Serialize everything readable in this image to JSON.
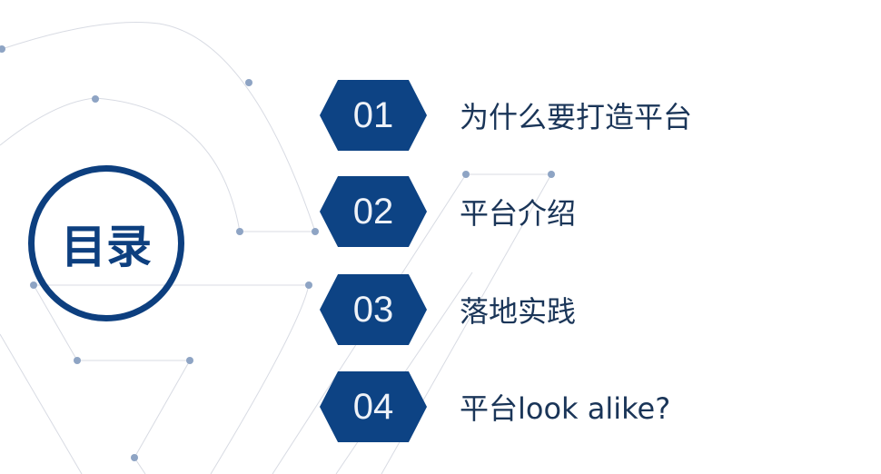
{
  "title": "目录",
  "items": [
    {
      "number": "01",
      "label": "为什么要打造平台"
    },
    {
      "number": "02",
      "label": "平台介绍"
    },
    {
      "number": "03",
      "label": "落地实践"
    },
    {
      "number": "04",
      "label": "平台look alike?"
    }
  ],
  "colors": {
    "primary": "#0d4384",
    "text": "#1a3558",
    "line": "#d5d9e2",
    "dot": "#8ea4c4"
  }
}
